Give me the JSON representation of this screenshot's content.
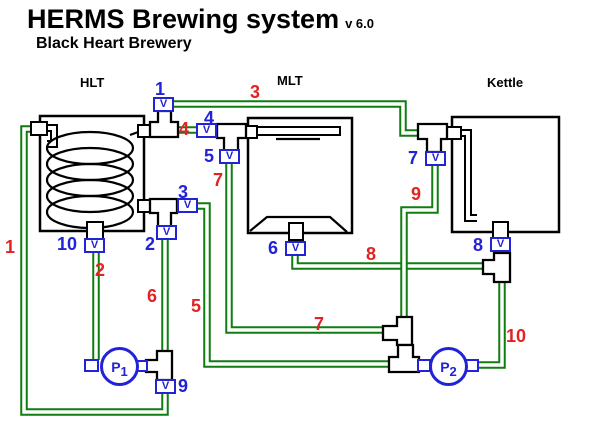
{
  "title": {
    "main": "HERMS Brewing system",
    "version": "v 6.0",
    "subtitle": "Black Heart Brewery"
  },
  "vessels": {
    "hlt": "HLT",
    "mlt": "MLT",
    "kettle": "Kettle"
  },
  "valve_symbol": "V",
  "valves": [
    {
      "number": "1"
    },
    {
      "number": "2"
    },
    {
      "number": "3"
    },
    {
      "number": "4"
    },
    {
      "number": "5"
    },
    {
      "number": "6"
    },
    {
      "number": "7"
    },
    {
      "number": "8"
    },
    {
      "number": "9"
    },
    {
      "number": "10"
    }
  ],
  "pumps": [
    {
      "letter": "P",
      "number": "1"
    },
    {
      "letter": "P",
      "number": "2"
    }
  ],
  "pipe_labels": [
    {
      "text": "1"
    },
    {
      "text": "2"
    },
    {
      "text": "3"
    },
    {
      "text": "4"
    },
    {
      "text": "5"
    },
    {
      "text": "6"
    },
    {
      "text": "7"
    },
    {
      "text": "7"
    },
    {
      "text": "8"
    },
    {
      "text": "9"
    },
    {
      "text": "10"
    }
  ],
  "colors": {
    "pipe_green": "#0f7d0f",
    "component_blue": "#2222d6",
    "pipe_label_red": "#e32222",
    "outline_black": "#000000"
  }
}
